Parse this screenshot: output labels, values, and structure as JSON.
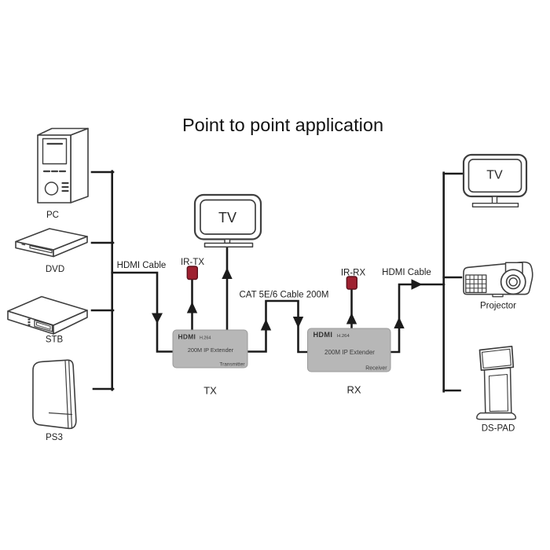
{
  "title": "Point to point application",
  "colors": {
    "wire": "#1c1c1c",
    "device_stroke": "#3f3f3f",
    "extender_fill": "#b7b7b7",
    "extender_border": "#9a9a9a",
    "ir_fill": "#9e2130",
    "ir_border": "#5c121d",
    "background": "#ffffff"
  },
  "sources": {
    "pc": "PC",
    "dvd": "DVD",
    "stb": "STB",
    "ps3": "PS3"
  },
  "displays": {
    "tv_center": "TV",
    "tv_right": "TV",
    "projector": "Projector",
    "ds_pad": "DS-PAD"
  },
  "cables": {
    "hdmi_left": "HDMI Cable",
    "cat": "CAT 5E/6 Cable 200M",
    "hdmi_right": "HDMI Cable"
  },
  "ir": {
    "tx_label": "IR-TX",
    "rx_label": "IR-RX"
  },
  "extenders": {
    "tx": {
      "brand": "HDMI",
      "codec": "H.264",
      "model": "200M IP Extender",
      "role": "Transmitter",
      "tag": "TX"
    },
    "rx": {
      "brand": "HDMI",
      "codec": "H.264",
      "model": "200M IP Extender",
      "role": "Receiver",
      "tag": "RX"
    }
  }
}
